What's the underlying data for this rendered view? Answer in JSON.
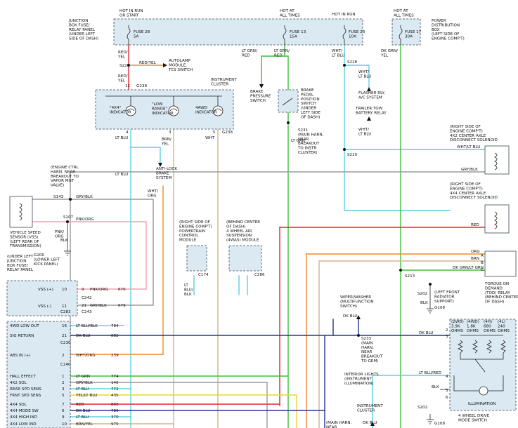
{
  "colors": {
    "red": "#e2262a",
    "orange": "#f08a2c",
    "green": "#3fbf3a",
    "lt_green": "#7fd96b",
    "lt_blue": "#5ccfe4",
    "dk_blue": "#26348c",
    "tan": "#d4b48a",
    "gray": "#9a9a9a",
    "yellow": "#e9d535",
    "violet": "#9a4fb0",
    "pink": "#f2a0b0",
    "box_fill": "#dbe9f2"
  },
  "power": {
    "hot_run": "HOT IN RUN\nOR START",
    "hot_all_1": "HOT AT\nALL TIMES",
    "hot_run_2": "HOT IN RUN",
    "hot_all_2": "HOT AT\nALL TIMES"
  },
  "fuses": {
    "fuse28": "FUSE 28\n5A",
    "fuse13": "FUSE 13\n15A",
    "fuse23": "FUSE 23\n10A",
    "fuse17": "FUSE 17\n30A"
  },
  "labels": {
    "jb_top": "JUNCTION\nBOX FUSE/\nRELAY PANEL\n(UNDER LEFT\nSIDE OF DASH)",
    "power_dist": "POWER\nDISTRIBUTION\nBOX\n(LEFT SIDE OF\nENGINE COMP'T)",
    "autolamp": "AUTOLAMP\nMODULE,\nTCS SWITCH",
    "instr_cluster": "INSTRUMENT\nCLUSTER",
    "brake_pressure": "BRAKE\nPRESSURE\nSWITCH",
    "brake_pedal": "BRAKE\nPEDAL\nPOSITION\nSWITCH\n(UNDER\nLEFT SIDE\nOF DASH)",
    "s231": "S231\n(MAIN HARN,\nNEAR\nBREAKOUT\nTO INSTR\nCLUSTER)",
    "flasher": "FLASHER RLY,\nA/C SYSTEM",
    "trailer": "TRAILER TOW\nBATTERY RELAY",
    "ind_4x4": "\"4X4\"\nINDICATOR",
    "ind_low": "\"LOW\nRANGE\"\nINDICATOR",
    "ind_4wd": "4AWD\nINDICATOR",
    "antilock": "ANTI-LOCK\nBRAKE\nSYSTEM",
    "eng_ctrl": "(ENGINE CTRL\nHARN, NEAR\nBREAKOUT TO\nVAPOR MGT\nVALVE)",
    "vss": "VEHICLE SPEED\nSENSOR (VSS)\n(LEFT REAR OF\nTRANSMISSION)",
    "g200": "G200\n(LOWER LEFT\nKICK PANEL)",
    "jb_mid": "(UNDER LEFT\nJUNCTION\nBOX FUSE/\nRELAY PANEL",
    "pcm": "(RIGHT SIDE OF\nENGINE COMP'T)\nPOWERTRAIN\nCONTROL\nMODULE",
    "awas": "(BEHIND CENTER\nOF DASH)\n4 WHEEL AIR\nSUSPENSION\n(4WAS) MODULE",
    "sol_2x2": "(RIGHT SIDE OF\nENGINE COMP'T)\n4X2 CENTER AXLE\nDISCONNECT SOLENOID",
    "sol_4x4": "(RIGHT SIDE OF\nENGINE COMP'T)\n4X4 CENTER AXLE\nDISCONNECT SOLENOID",
    "tod": "TORQUE ON\nDEMAND\n(TOD) RELAY\n(BEHIND CENTER\nOF DASH)",
    "g108_top": "(LEFT FRONT\nRADIATOR\nSUPPORT)",
    "wiper": "WIPER/WASHER\n(MULTIFUNCTION\nSWITCH)",
    "s233": "S233\n(MAIN\nHARN,\nNEAR\nBREAKOUT\nTO GEM)",
    "interior": "INTERIOR LIGHTS\n(INSTRUMENT\nILLUMINATION)",
    "instr_bottom": "INSTRUMENT\nCLUSTER",
    "main_harn_bottom": "(MAIN HARN,\nNEAR",
    "fwd_switch": "4 WHEEL DRIVE\nMODE SWITCH",
    "illum": "ILLUMINATION",
    "ohm_2wd": "(2WD)\n3.9K\nOHMS",
    "ohm_4wd": "(4WD)\n1.8K\nOHMS",
    "ohm_4h": "(4H)\n680\nOHMS",
    "ohm_4l": "(4L)\n240\nOHMS"
  },
  "connectors": {
    "s226": "S226",
    "s228": "S228",
    "s220": "S220",
    "s213": "S213",
    "s143": "S143",
    "s207": "S207",
    "g238a": "G238",
    "g238b": "G238",
    "c283": "C283",
    "c240": "C240",
    "c230": "C230",
    "c242": "C242",
    "c243": "C243",
    "c174": "C174",
    "c286": "C286",
    "s202": "S202",
    "g108": "G108",
    "s202b": "S202",
    "g108b": "G108"
  },
  "wire_labels": {
    "red_yel_1": "RED/\nYEL",
    "red_yel_2": "RED/YEL",
    "red_yel_3": "RED/\nYEL",
    "lt_grn_red_1": "LT GRN/\nRED",
    "lt_grn_red_2": "LT GRN/\nRED",
    "wht_lt_blu_1": "WHT/\nLT BLU",
    "wht_lt_blu_2": "WHT/\nLT BLU",
    "wht_lt_blu_3": "WHT/\nLT BLU",
    "dk_grn_yel": "DK GRN/\nYEL",
    "lt_grn": "LT GRN",
    "lt_blu_a": "LT BLU",
    "lt_blu_b": "LT BLU",
    "brn_yel": "BRN/\nYEL",
    "wht": "WHT",
    "wht_org": "WHT/\nORG",
    "gry_blk": "GRY/BLK",
    "gry_blk_b": "GRY/BLK",
    "pnk_org": "PNK/ORG",
    "pnk_org_b": "PNK/\nORG",
    "blk": "BLK",
    "lt_blu_blk_pcm": "LT\nBLU/\nBLK",
    "lt_blu_blk_sol": "WHT/LT BLU",
    "red_sol": "RED",
    "org": "ORG",
    "brn": "BRN",
    "dk_grn_yel_r": "DK GRN/LT GRN",
    "blk_r": "BLK",
    "dk_blu_w": "DK BLU",
    "dk_blu_r": "DK BLU",
    "lt_blu_red": "LT BLU/RED",
    "blk_2": "BLK",
    "dk_blu_c": "DK BLU"
  },
  "pins": {
    "p12": "12",
    "p4": "4",
    "p3": "3",
    "p5": "5",
    "tod_a": "A",
    "tod_b": "B",
    "tod_c": "C",
    "sw3": "3",
    "sw4": "4",
    "sw5": "5",
    "sw2": "2",
    "sw6": "6"
  },
  "module_rows": [
    {
      "label": "VSS (+)",
      "pin": "10",
      "p2": "9",
      "wire": "PNK/ORG",
      "num": "676"
    },
    {
      "label": "VSS (-)",
      "pin": "11",
      "p2": "21",
      "wire": "GRY/BLK",
      "num": "679"
    }
  ],
  "gem_rows": [
    {
      "label": "4WD LOW OUT",
      "pin": "16",
      "wire": "LT BLU/BLK",
      "num": "784"
    },
    {
      "label": "SIG RETURN",
      "pin": "21",
      "wire": "DK BLU",
      "num": "882"
    },
    {
      "label": "ABS IN (+)",
      "pin": "2",
      "wire": "WHT/ORG",
      "num": "239"
    },
    {
      "label": "HALL EFFECT",
      "pin": "1",
      "wire": "LT GRN",
      "num": "774"
    },
    {
      "label": "4X2 SOL",
      "pin": "2",
      "wire": "GRY/BLK",
      "num": "145"
    },
    {
      "label": "REAR SPD SENS",
      "pin": "3",
      "wire": "LT BLU",
      "num": "772"
    },
    {
      "label": "FRNT SPD SENS",
      "pin": "5",
      "wire": "YEL/LT BLU",
      "num": "435"
    },
    {
      "label": "4X4 SOL",
      "pin": "7",
      "wire": "RED",
      "num": "805"
    },
    {
      "label": "4X4 MODE SW",
      "pin": "6",
      "wire": "DK BLU",
      "num": "780"
    },
    {
      "label": "4X4 HIGH IND",
      "pin": "9",
      "wire": "LT BLU",
      "num": "370"
    },
    {
      "label": "4X4 LOW IND",
      "pin": "10",
      "wire": "BRN/YEL",
      "num": "975"
    }
  ]
}
